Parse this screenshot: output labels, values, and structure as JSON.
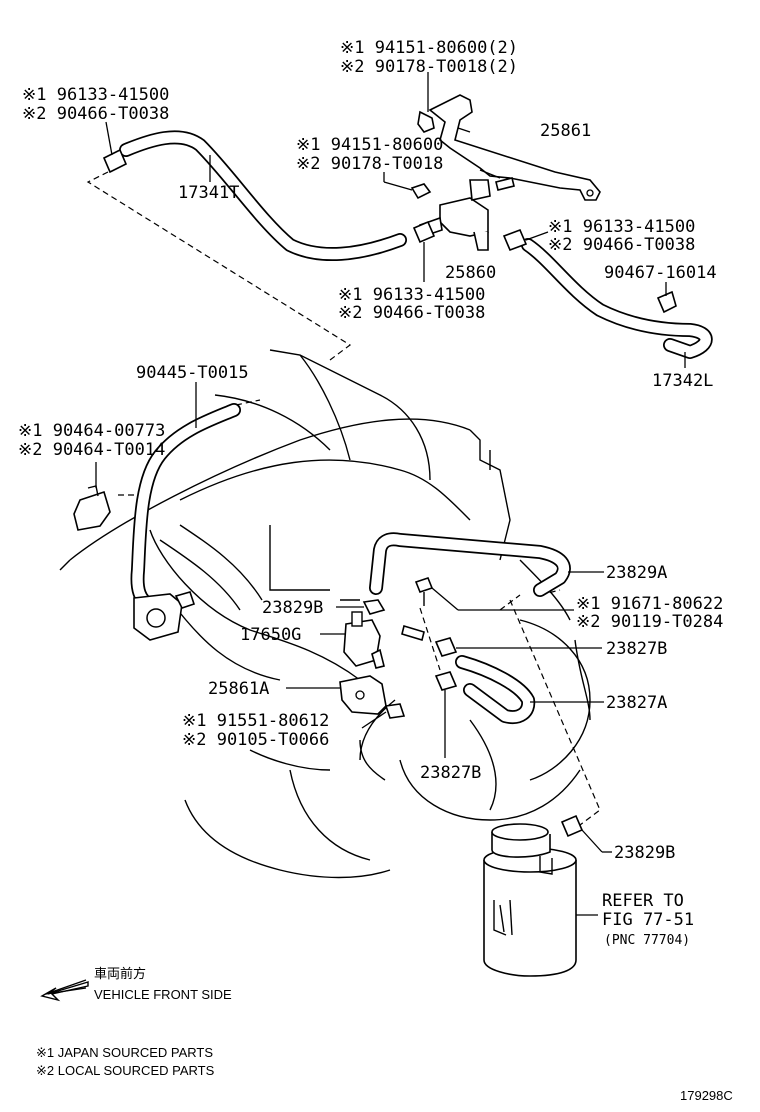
{
  "labels": {
    "top_clip_1": "※1 94151-80600(2)",
    "top_clip_2": "※2 90178-T0018(2)",
    "left_clamp_1": "※1 96133-41500",
    "left_clamp_2": "※2 90466-T0038",
    "bracket": "25861",
    "nut_1": "※1 94151-80600",
    "nut_2": "※2 90178-T0018",
    "hose_17341t": "17341T",
    "right_clamp_1": "※1 96133-41500",
    "right_clamp_2": "※2 90466-T0038",
    "vsv": "25860",
    "clip_90467": "90467-16014",
    "mid_clamp_1": "※1 96133-41500",
    "mid_clamp_2": "※2 90466-T0038",
    "hose_17342l": "17342L",
    "hose_90445": "90445-T0015",
    "clip_left_1": "※1 90464-00773",
    "clip_left_2": "※2 90464-T0014",
    "hose_23829a": "23829A",
    "hose_23829b": "23829B",
    "bolt_1": "※1 91671-80622",
    "bolt_2": "※2 90119-T0284",
    "valve_17650g": "17650G",
    "hose_23827b_top": "23827B",
    "bracket_25861a": "25861A",
    "hose_23827a": "23827A",
    "bolt2_1": "※1 91551-80612",
    "bolt2_2": "※2 90105-T0066",
    "hose_23827b_bottom": "23827B",
    "hose_23829b_bottom": "23829B",
    "refer_line1": "REFER TO",
    "refer_line2": "FIG 77-51",
    "refer_line3": "(PNC 77704)",
    "front_jp": "車両前方",
    "front_en": "VEHICLE FRONT SIDE",
    "legend_1": "※1 JAPAN SOURCED PARTS",
    "legend_2": "※2 LOCAL SOURCED PARTS",
    "fig_id": "179298C"
  }
}
